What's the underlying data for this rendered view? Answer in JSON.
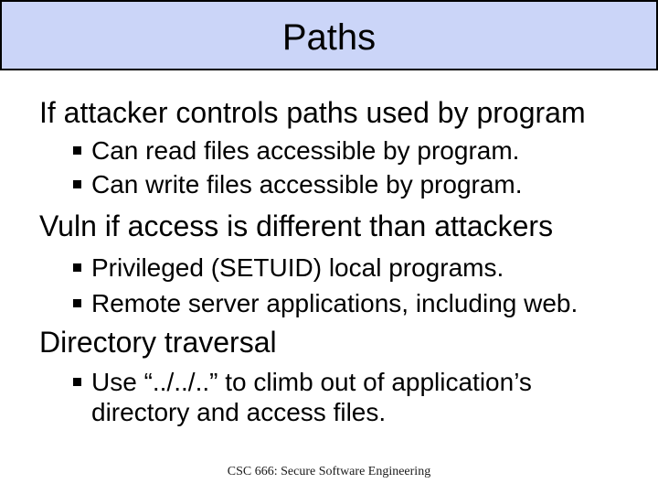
{
  "slide": {
    "title": "Paths",
    "footer": "CSC 666: Secure Software Engineering",
    "colors": {
      "background": "#ffffff",
      "title_bar_bg": "#cbd5f8",
      "title_bar_border": "#000000",
      "text": "#000000"
    },
    "bullet_icon": "square-bullet",
    "content": [
      {
        "type": "heading",
        "text": "If attacker controls paths used by program"
      },
      {
        "type": "bullet",
        "text": "Can read files accessible by program."
      },
      {
        "type": "bullet",
        "text": "Can write files accessible by program."
      },
      {
        "type": "heading",
        "text": "Vuln if access is different than attackers"
      },
      {
        "type": "bullet",
        "text": "Privileged (SETUID) local programs."
      },
      {
        "type": "bullet",
        "text": "Remote server applications, including web."
      },
      {
        "type": "heading",
        "text": "Directory traversal"
      },
      {
        "type": "bullet",
        "text": "Use “../../..” to climb out of application’s directory and access files."
      }
    ]
  }
}
